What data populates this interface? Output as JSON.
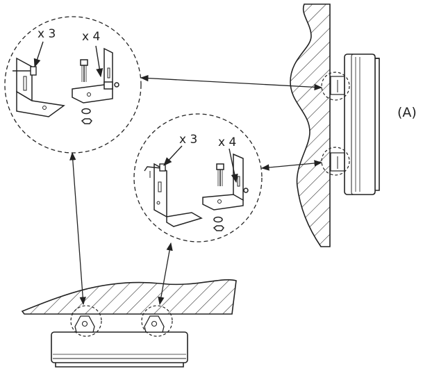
{
  "figure_label": "(A)",
  "detail_top": {
    "qty_screw": "x 3",
    "qty_bolt": "x 4"
  },
  "detail_mid": {
    "qty_screw": "x 3",
    "qty_bolt": "x 4"
  },
  "colors": {
    "line": "#222222",
    "background": "#ffffff"
  }
}
